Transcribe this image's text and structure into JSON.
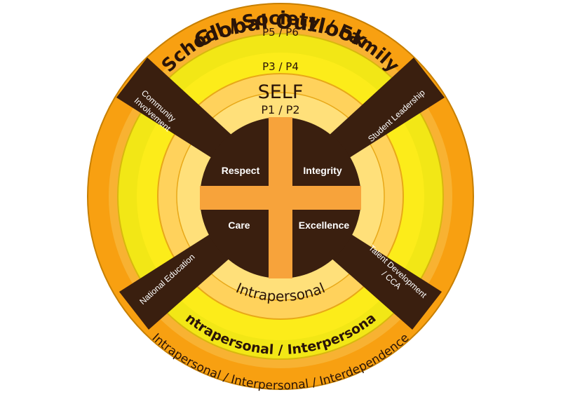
{
  "rings": {
    "outer": {
      "title": "Global Outlook",
      "levels": "P5 / P6",
      "bottom": "Intrapersonal / Interpersonal / Interdependence",
      "color": "#F8A011"
    },
    "second": {
      "title": "School / Society / Family",
      "levels": "P3 / P4",
      "bottom": "Intrapersonal / Interpersonal",
      "color": "#F2E716"
    },
    "third": {
      "title": "SELF",
      "levels": "P1 / P2",
      "bottom": "Intrapersonal",
      "color": "#FFD25C"
    }
  },
  "spokes": {
    "top_left": "Community\nInvolvement",
    "top_right": "Student Leadership",
    "bottom_left": "National Education",
    "bottom_right": "Talent Development\n/ CCA"
  },
  "values": {
    "top_left": "Respect",
    "top_right": "Integrity",
    "bottom_left": "Care",
    "bottom_right": "Excellence"
  },
  "colors": {
    "dark_brown": "#3A1F0F",
    "cross": "#F7A33B",
    "gold_outline": "#E8A818"
  }
}
